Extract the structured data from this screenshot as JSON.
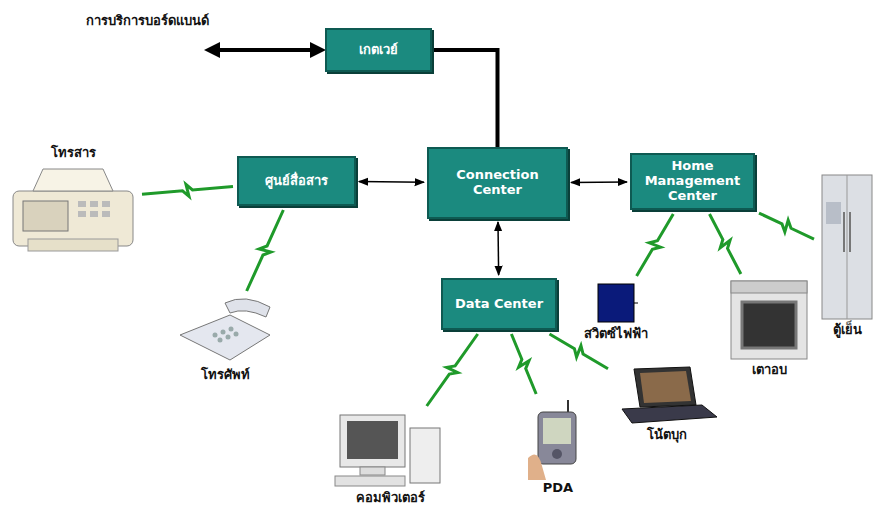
{
  "diagram": {
    "nodes": [
      {
        "text": [
          "เกตเวย์"
        ]
      },
      {
        "text": [
          "ศูนย์สื่อสาร"
        ]
      },
      {
        "text": [
          "Connection Center"
        ]
      },
      {
        "text": [
          "Home Management Center"
        ]
      },
      {
        "text": [
          "Data Center"
        ]
      },
      {
        "text": [
          "โทรสาร"
        ]
      },
      {
        "text": [
          "โทรศัพท์"
        ]
      },
      {
        "text": [
          "คอมพิวเตอร์"
        ]
      },
      {
        "text": [
          "PDA"
        ]
      },
      {
        "text": [
          "โน้ตบุก"
        ]
      },
      {
        "text": [
          "สวิตซ์ไฟฟ้า"
        ]
      },
      {
        "text": [
          "เตาอบ"
        ]
      },
      {
        "text": [
          "ตู้เย็น"
        ]
      }
    ],
    "edges": [
      {
        "from": 0,
        "to": 2,
        "arrow": "none"
      },
      {
        "from": 1,
        "to": 2,
        "arrow": "both"
      },
      {
        "from": 2,
        "to": 3,
        "arrow": "both"
      },
      {
        "from": 2,
        "to": 4,
        "arrow": "both"
      },
      {
        "from": 1,
        "to": 5,
        "arrow": "none"
      },
      {
        "from": 1,
        "to": 6,
        "arrow": "none"
      },
      {
        "from": 4,
        "to": 7,
        "arrow": "none"
      },
      {
        "from": 4,
        "to": 8,
        "arrow": "none"
      },
      {
        "from": 4,
        "to": 9,
        "arrow": "none"
      },
      {
        "from": 3,
        "to": 10,
        "arrow": "none"
      },
      {
        "from": 3,
        "to": 11,
        "arrow": "none"
      },
      {
        "from": 3,
        "to": 12,
        "arrow": "none"
      }
    ],
    "labels": [
      "การบริการบอร์ดแบนด์"
    ]
  }
}
